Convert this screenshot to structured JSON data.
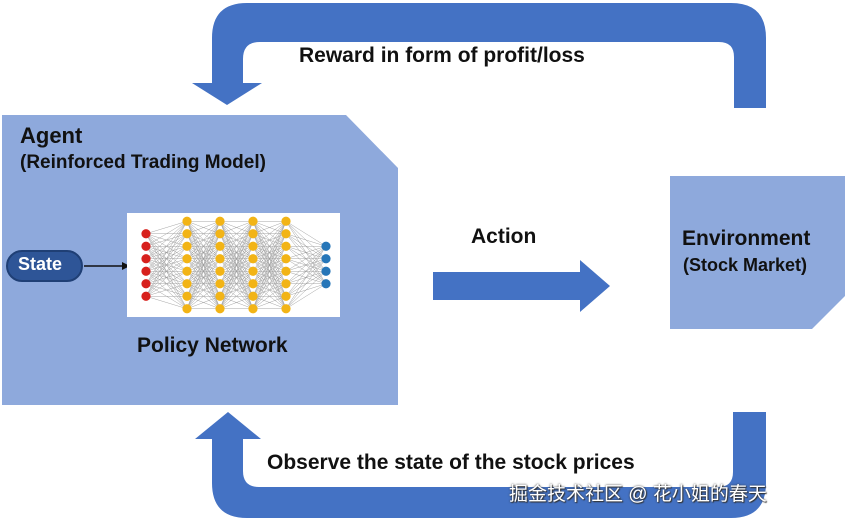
{
  "agent": {
    "title": "Agent",
    "subtitle": "(Reinforced Trading Model)",
    "state_label": "State",
    "policy_label": "Policy Network"
  },
  "environment": {
    "title": "Environment",
    "subtitle": "(Stock Market)"
  },
  "arrows": {
    "reward": "Reward in form of profit/loss",
    "action": "Action",
    "observe": "Observe the state of the stock prices"
  },
  "network": {
    "layers": [
      {
        "nodes": 6,
        "color": "#d7211d"
      },
      {
        "nodes": 8,
        "color": "#f2b416"
      },
      {
        "nodes": 8,
        "color": "#f2b416"
      },
      {
        "nodes": 8,
        "color": "#f2b416"
      },
      {
        "nodes": 8,
        "color": "#f2b416"
      },
      {
        "nodes": 4,
        "color": "#2776b8"
      }
    ]
  },
  "colors": {
    "panel": "#8ea9dc",
    "arrow": "#4472c4",
    "state_pill": "#2e5597"
  },
  "watermark": "掘金技术社区 @ 花小姐的春天"
}
